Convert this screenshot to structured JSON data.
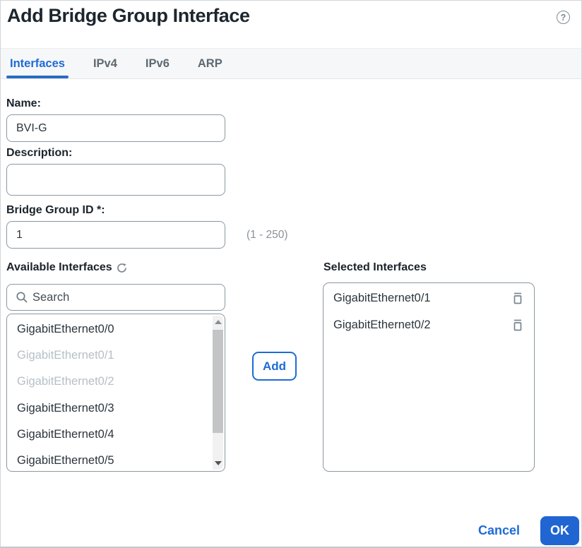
{
  "dialog": {
    "title": "Add Bridge Group Interface"
  },
  "tabs": [
    {
      "label": "Interfaces",
      "active": true
    },
    {
      "label": "IPv4",
      "active": false
    },
    {
      "label": "IPv6",
      "active": false
    },
    {
      "label": "ARP",
      "active": false
    }
  ],
  "form": {
    "name": {
      "label": "Name:",
      "value": "BVI-G"
    },
    "description": {
      "label": "Description:",
      "value": ""
    },
    "bridge_group_id": {
      "label": "Bridge Group ID *:",
      "value": "1",
      "hint": "(1 - 250)"
    }
  },
  "available": {
    "label": "Available Interfaces",
    "search_placeholder": "Search",
    "items": [
      {
        "name": "GigabitEthernet0/0",
        "disabled": false
      },
      {
        "name": "GigabitEthernet0/1",
        "disabled": true
      },
      {
        "name": "GigabitEthernet0/2",
        "disabled": true
      },
      {
        "name": "GigabitEthernet0/3",
        "disabled": false
      },
      {
        "name": "GigabitEthernet0/4",
        "disabled": false
      },
      {
        "name": "GigabitEthernet0/5",
        "disabled": false
      }
    ]
  },
  "add_button": {
    "label": "Add"
  },
  "selected": {
    "label": "Selected Interfaces",
    "items": [
      "GigabitEthernet0/1",
      "GigabitEthernet0/2"
    ]
  },
  "footer": {
    "cancel": "Cancel",
    "ok": "OK"
  },
  "colors": {
    "accent": "#1e6bd6",
    "ok_button": "#2065d2",
    "disabled_item": "#b5c0c7",
    "tab_inactive": "#5d6972"
  }
}
